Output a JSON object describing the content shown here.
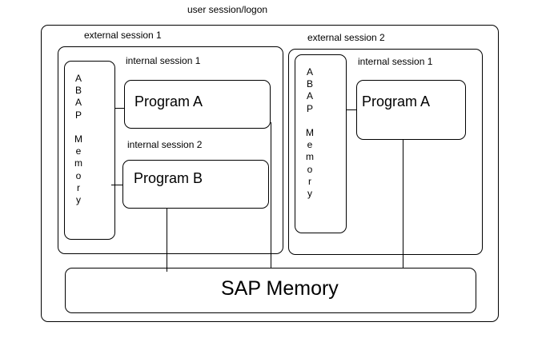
{
  "diagram": {
    "title": "user session/logon",
    "external_sessions": [
      {
        "label": "external session 1",
        "abap_memory_label": "ABAP Memory",
        "internal_sessions": [
          {
            "label": "internal session 1",
            "program": "Program A"
          },
          {
            "label": "internal session 2",
            "program": "Program B"
          }
        ]
      },
      {
        "label": "external session 2",
        "abap_memory_label": "ABAP Memory",
        "internal_sessions": [
          {
            "label": "internal session 1",
            "program": "Program A"
          }
        ]
      }
    ],
    "sap_memory_label": "SAP Memory"
  }
}
